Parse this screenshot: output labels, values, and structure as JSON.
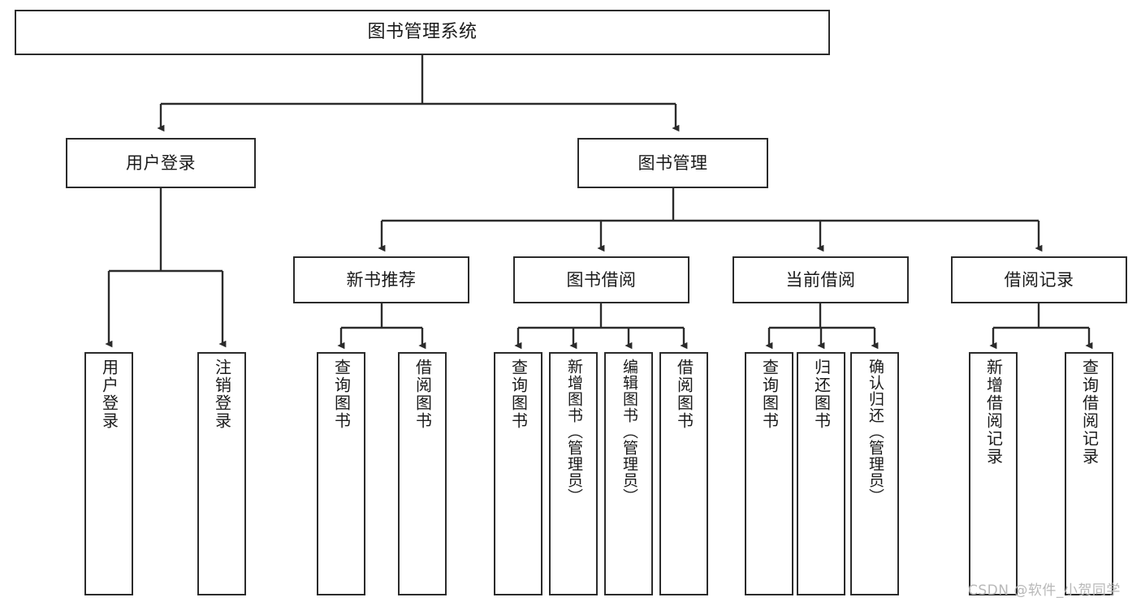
{
  "diagram": {
    "title": "图书管理系统",
    "type": "tree",
    "root": {
      "label": "图书管理系统"
    },
    "level2": [
      {
        "label": "用户登录"
      },
      {
        "label": "图书管理"
      }
    ],
    "level3": [
      {
        "label": "新书推荐"
      },
      {
        "label": "图书借阅"
      },
      {
        "label": "当前借阅"
      },
      {
        "label": "借阅记录"
      }
    ],
    "leaves": {
      "user_login": [
        {
          "label": "用户登录"
        },
        {
          "label": "注销登录"
        }
      ],
      "new_book_recommend": [
        {
          "label": "查询图书"
        },
        {
          "label": "借阅图书"
        }
      ],
      "book_borrow": [
        {
          "label": "查询图书"
        },
        {
          "label": "新增图书（管理员）"
        },
        {
          "label": "编辑图书（管理员）"
        },
        {
          "label": "借阅图书"
        }
      ],
      "current_borrow": [
        {
          "label": "查询图书"
        },
        {
          "label": "归还图书"
        },
        {
          "label": "确认归还（管理员）"
        }
      ],
      "borrow_record": [
        {
          "label": "新增借阅记录"
        },
        {
          "label": "查询借阅记录"
        }
      ]
    }
  },
  "watermark": {
    "text": "CSDN @软件_小贺同学"
  },
  "colors": {
    "stroke": "#2b2b2b",
    "fill": "#ffffff",
    "text": "#1a1a1a",
    "watermark": "#b8b8b8"
  }
}
